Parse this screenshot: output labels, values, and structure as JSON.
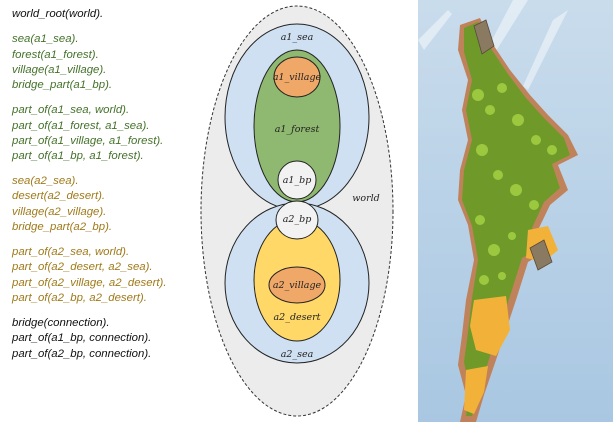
{
  "program": {
    "blocks": [
      {
        "color": "#111111",
        "lines": [
          "world_root(world)."
        ]
      },
      {
        "color": "#44722a",
        "lines": [
          "sea(a1_sea).",
          "forest(a1_forest).",
          "village(a1_village).",
          "bridge_part(a1_bp)."
        ]
      },
      {
        "color": "#44722a",
        "lines": [
          "part_of(a1_sea, world).",
          "part_of(a1_forest, a1_sea).",
          "part_of(a1_village, a1_forest).",
          "part_of(a1_bp, a1_forest)."
        ]
      },
      {
        "color": "#a07a1a",
        "lines": [
          "sea(a2_sea).",
          "desert(a2_desert).",
          "village(a2_village).",
          "bridge_part(a2_bp)."
        ]
      },
      {
        "color": "#a07a1a",
        "lines": [
          "part_of(a2_sea, world).",
          "part_of(a2_desert, a2_sea).",
          "part_of(a2_village, a2_desert).",
          "part_of(a2_bp, a2_desert)."
        ]
      },
      {
        "color": "#111111",
        "lines": [
          "bridge(connection).",
          "part_of(a1_bp, connection).",
          "part_of(a2_bp, connection)."
        ]
      }
    ]
  },
  "diagram": {
    "labels": {
      "a1_sea": "a1_sea",
      "a1_village": "a1_village",
      "a1_forest": "a1_forest",
      "a1_bp": "a1_bp",
      "world": "world",
      "a2_bp": "a2_bp",
      "a2_village": "a2_village",
      "a2_desert": "a2_desert",
      "a2_sea": "a2_sea"
    },
    "colors": {
      "world": "#ececec",
      "sea": "#cfe0f2",
      "forest": "#8fb870",
      "desert": "#ffd868",
      "village": "#f0a868",
      "bridge": "#f2f2f2"
    }
  },
  "render": {
    "colors": {
      "sky_top": "#c9dcec",
      "sky_bottom": "#a9c7e2",
      "grass": "#6f9a2a",
      "foliage": "#9cc840",
      "sand": "#f2b23a",
      "soil": "#c0825a"
    }
  }
}
